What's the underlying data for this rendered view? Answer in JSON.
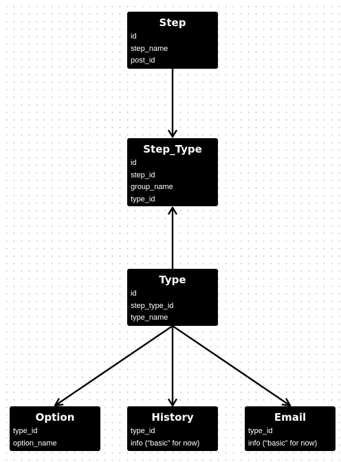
{
  "entities": {
    "step": {
      "title": "Step",
      "fields": [
        "id",
        "step_name",
        "post_id"
      ]
    },
    "step_type": {
      "title": "Step_Type",
      "fields": [
        "id",
        "step_id",
        "group_name",
        "type_id"
      ]
    },
    "type": {
      "title": "Type",
      "fields": [
        "id",
        "step_type_id",
        "type_name"
      ]
    },
    "option": {
      "title": "Option",
      "fields": [
        "type_id",
        "option_name"
      ]
    },
    "history": {
      "title": "History",
      "fields": [
        "type_id",
        "info (“basic” for now)"
      ]
    },
    "email": {
      "title": "Email",
      "fields": [
        "type_id",
        "info (“basic” for now)"
      ]
    }
  },
  "connectors": [
    {
      "from": "step",
      "to": "step_type",
      "arrow": "end"
    },
    {
      "from": "type",
      "to": "step_type",
      "arrow": "end"
    },
    {
      "from": "type",
      "to": "option",
      "arrow": "end"
    },
    {
      "from": "type",
      "to": "history",
      "arrow": "end"
    },
    {
      "from": "type",
      "to": "email",
      "arrow": "end"
    }
  ],
  "colors": {
    "canvas_background": "#ffffff",
    "grid_dot": "#c9c9c9",
    "entity_fill": "#000000",
    "entity_text": "#ffffff",
    "connector": "#000000"
  }
}
